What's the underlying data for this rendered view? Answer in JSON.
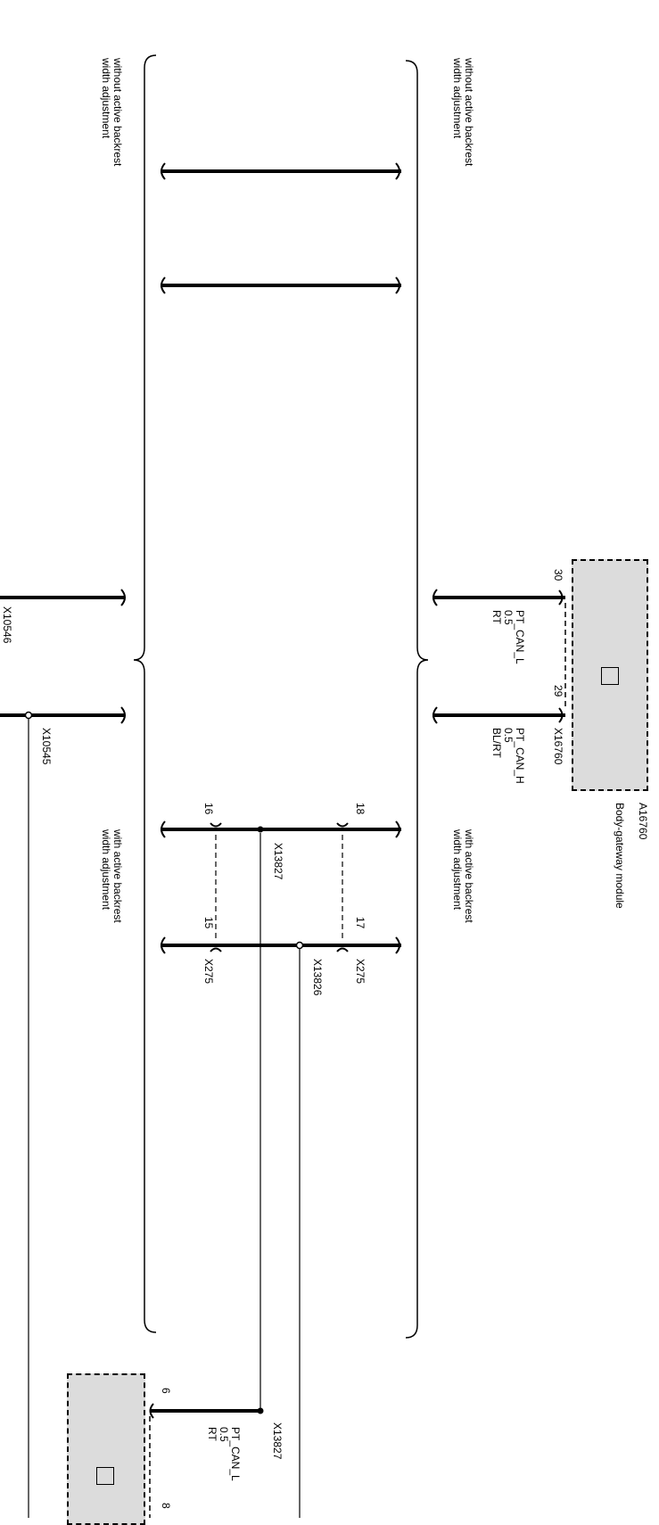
{
  "labels": {
    "without_active_right": "without active backrest\nwidth adjustment",
    "without_active_left": "without active backrest\nwidth adjustment",
    "with_active_right": "with active backrest\nwidth adjustment",
    "with_active_left": "with active backrest\nwidth adjustment"
  },
  "gateway_module": {
    "id": "A16760",
    "name": "Body-gateway module",
    "connector": "X16760",
    "pin_a": "30",
    "pin_b": "29",
    "wire_a": "PT_CAN_L\n0.5\nRT",
    "wire_b": "PT_CAN_H\n0.5\nBL/RT"
  },
  "connectors": {
    "x10546": "X10546",
    "x10545": "X10545",
    "x13827_a": "X13827",
    "x13826": "X13826",
    "x275_a": "X275",
    "x275_b": "X275",
    "x13827_b": "X13827"
  },
  "pins": {
    "p18": "18",
    "p17": "17",
    "p16": "16",
    "p15": "15",
    "p6": "6",
    "p8": "8"
  },
  "bottom_module": {
    "wire": "PT_CAN_L\n0.5\nRT"
  },
  "colors": {
    "module_fill": "#dcdcdc",
    "line": "#000000"
  }
}
